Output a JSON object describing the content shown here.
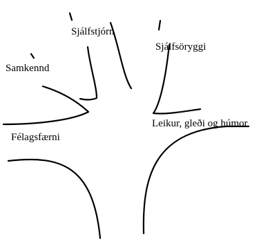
{
  "colors": {
    "background": "#ffffff",
    "ink": "#000000"
  },
  "tree": {
    "branches": [
      {
        "name": "samkennd",
        "label": "Samkennd"
      },
      {
        "name": "sjalfstjorn",
        "label": "Sjálfstjórn"
      },
      {
        "name": "sjalfsoryggi",
        "label": "Sjálfsöryggi"
      },
      {
        "name": "felagsfaerni",
        "label": "Félagsfærni"
      },
      {
        "name": "leikur",
        "label": "Leikur, gleði og húmor"
      }
    ]
  }
}
